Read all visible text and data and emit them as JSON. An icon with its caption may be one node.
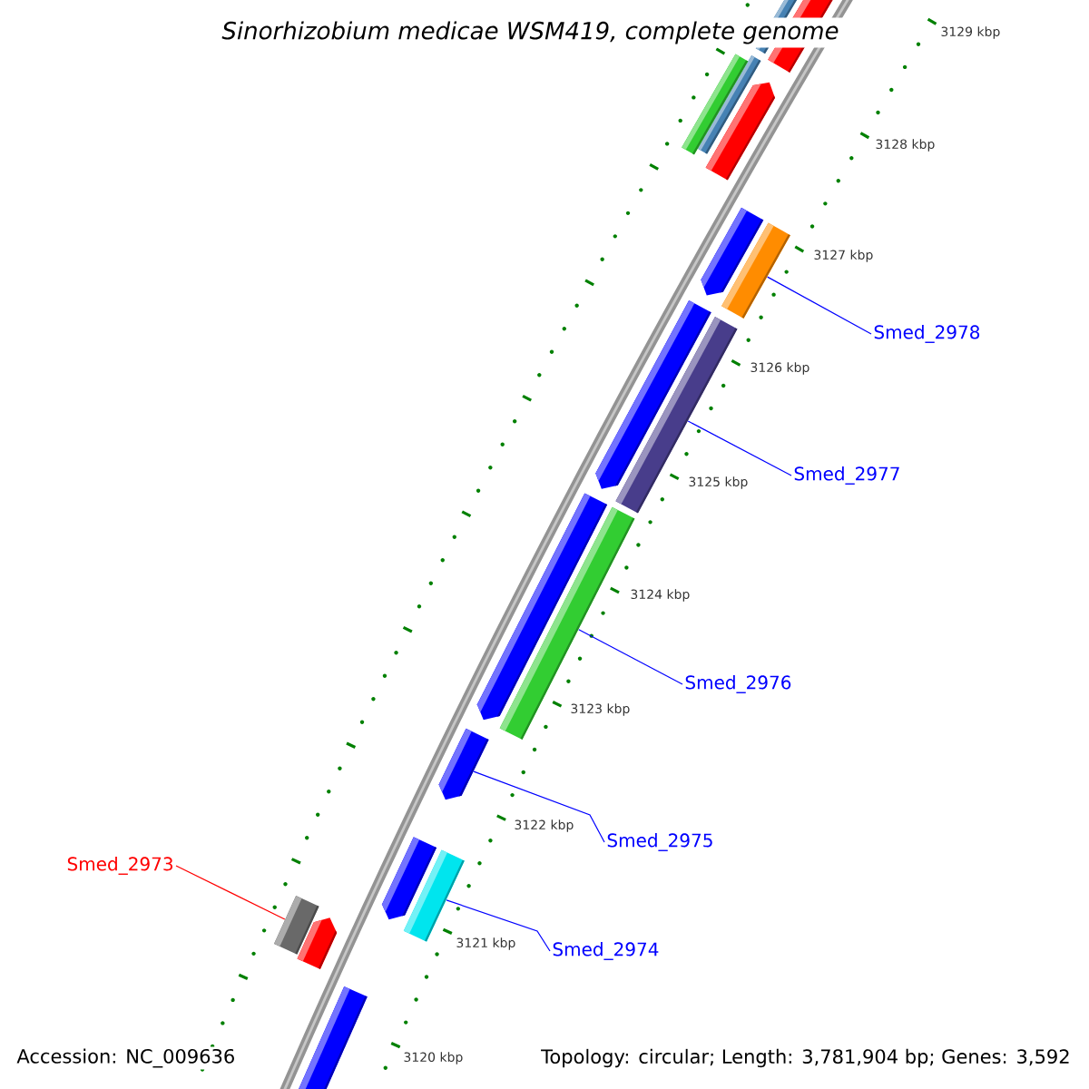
{
  "diagram": {
    "title": "Sinorhizobium medicae WSM419, complete genome",
    "nodes": [
      {
        "text": [
          "Smed_2978"
        ]
      },
      {
        "text": [
          "Smed_2977"
        ]
      },
      {
        "text": [
          "Smed_2976"
        ]
      },
      {
        "text": [
          "Smed_2975"
        ]
      },
      {
        "text": [
          "Smed_2973"
        ]
      },
      {
        "text": [
          "Smed_2974"
        ]
      },
      {
        "text": [],
        "shape": "bar"
      },
      {
        "text": [],
        "shape": "bar"
      },
      {
        "text": [],
        "shape": "bar"
      },
      {
        "text": [],
        "shape": "bar"
      },
      {
        "text": [],
        "shape": "bar"
      },
      {
        "text": [],
        "shape": "bar"
      }
    ],
    "edges": [
      {
        "from": 0,
        "to": 6,
        "arrow": "none"
      },
      {
        "from": 1,
        "to": 7,
        "arrow": "none"
      },
      {
        "from": 2,
        "to": 8,
        "arrow": "none"
      },
      {
        "from": 3,
        "to": 9,
        "arrow": "none"
      },
      {
        "from": 4,
        "to": 10,
        "arrow": "none",
        "color": "#ff0000"
      },
      {
        "from": 5,
        "to": 11,
        "arrow": "none"
      }
    ],
    "labels": [
      "3129 kbp",
      "3128 kbp",
      "3127 kbp",
      "3126 kbp",
      "3125 kbp",
      "3124 kbp",
      "3123 kbp",
      "3122 kbp",
      "3121 kbp",
      "3120 kbp",
      "Accession: NC_009636",
      "Topology: circular; Length: 3,781,904 bp; Genes: 3,592"
    ]
  }
}
